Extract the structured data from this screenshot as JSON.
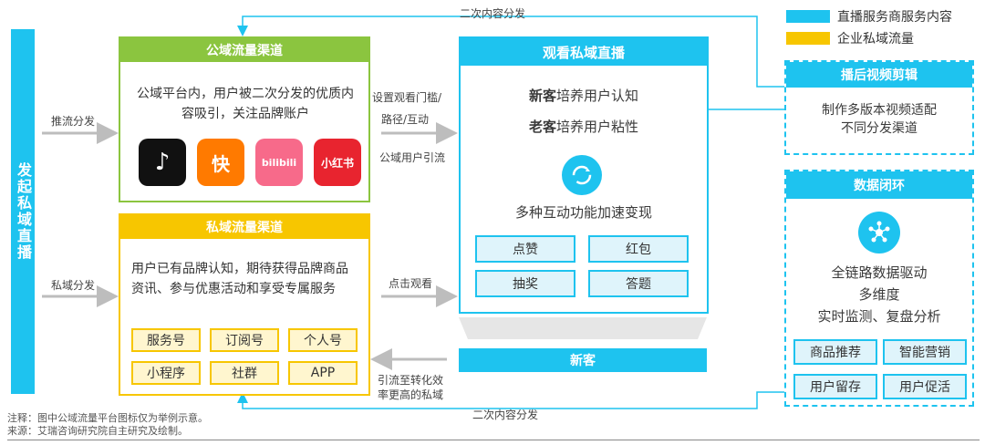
{
  "legend": [
    {
      "label": "直播服务商服务内容",
      "color": "#1ec3ef"
    },
    {
      "label": "企业私域流量",
      "color": "#f7c600"
    }
  ],
  "left_bar": {
    "label": "发起私域直播"
  },
  "arrows": {
    "top_loop": "二次内容分发",
    "bottom_loop": "二次内容分发",
    "push": "推流分发",
    "private": "私域分发",
    "public_mid_top": "设置观看门槛/",
    "public_mid_bottom": "路径/互动",
    "public_mid_low": "公域用户引流",
    "click_watch": "点击观看",
    "convert_top": "引流至转化效",
    "convert_bottom": "率更高的私域"
  },
  "public_box": {
    "title": "公域流量渠道",
    "desc": "公域平台内，用户被二次分发的优质内容吸引，关注品牌账户",
    "apps": [
      {
        "name": "douyin-icon",
        "label": "♪",
        "color": "#111111"
      },
      {
        "name": "kuaishou-icon",
        "label": "快",
        "color": "#ff7a00"
      },
      {
        "name": "bilibili-icon",
        "label": "bilibili",
        "color": "#f76a8a"
      },
      {
        "name": "xiaohongshu-icon",
        "label": "小红书",
        "color": "#e8242f"
      }
    ]
  },
  "private_box": {
    "title": "私域流量渠道",
    "desc": "用户已有品牌认知，期待获得品牌商品资讯、参与优惠活动和享受专属服务",
    "tags": [
      "服务号",
      "订阅号",
      "个人号",
      "小程序",
      "社群",
      "APP"
    ]
  },
  "live_box": {
    "title": "观看私域直播",
    "line1_bold": "新客",
    "line1_rest": "培养用户认知",
    "line2_bold": "老客",
    "line2_rest": "培养用户粘性",
    "caption": "多种互动功能加速变现",
    "actions": [
      "点赞",
      "红包",
      "抽奖",
      "答题"
    ]
  },
  "new_customer": "新客",
  "video_edit": {
    "title": "播后视频剪辑",
    "desc_line1": "制作多版本视频适配",
    "desc_line2": "不同分发渠道"
  },
  "data_loop": {
    "title": "数据闭环",
    "line1": "全链路数据驱动",
    "line2": "多维度",
    "line3": "实时监测、复盘分析",
    "tags": [
      "商品推荐",
      "智能营销",
      "用户留存",
      "用户促活"
    ]
  },
  "footer": {
    "note": "注释：图中公域流量平台图标仅为举例示意。",
    "source": "来源：艾瑞咨询研究院自主研究及绘制。"
  }
}
